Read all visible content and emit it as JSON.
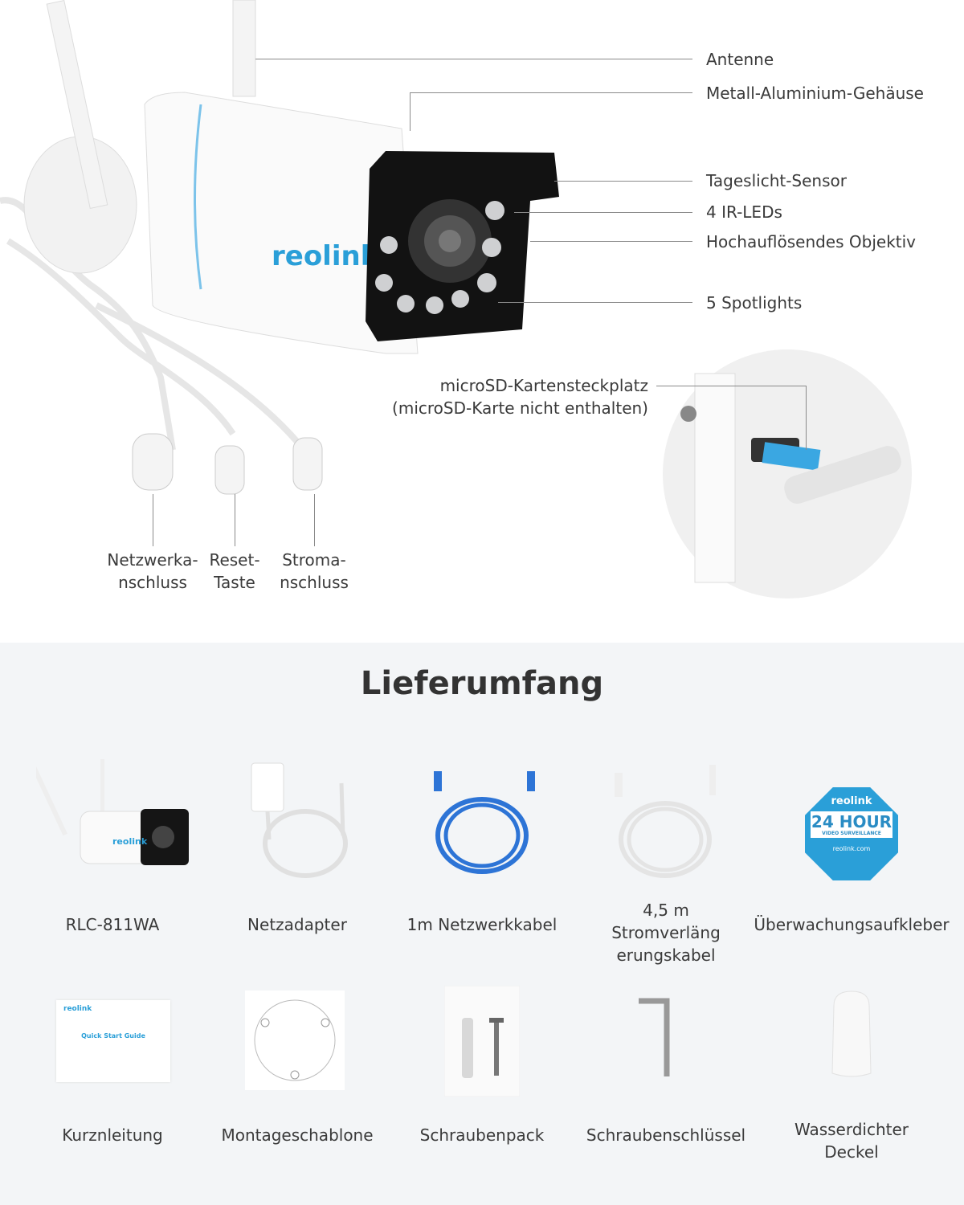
{
  "callouts": {
    "antenna": "Antenne",
    "housing": "Metall-Aluminium-Gehäuse",
    "daylight_sensor": "Tageslicht-Sensor",
    "ir_leds": "4 IR-LEDs",
    "lens": "Hochauflösendes Objektiv",
    "spotlights": "5 Spotlights",
    "microsd_line1": "microSD-Kartensteckplatz",
    "microsd_line2": "(microSD-Karte nicht enthalten)",
    "network_l1": "Netzwerka-",
    "network_l2": "nschluss",
    "reset_l1": "Reset-",
    "reset_l2": "Taste",
    "power_l1": "Stroma-",
    "power_l2": "nschluss"
  },
  "brand": "reolink",
  "sticker": {
    "brand": "reolink",
    "headline": "24 HOUR",
    "sub": "VIDEO SURVEILLANCE",
    "url": "reolink.com"
  },
  "guide": {
    "brand": "reolink",
    "title": "Quick Start Guide"
  },
  "package": {
    "title": "Lieferumfang",
    "items": [
      {
        "label": "RLC-811WA"
      },
      {
        "label": "Netzadapter"
      },
      {
        "label": "1m Netzwerkkabel"
      },
      {
        "label": "4,5 m Stromverläng erungskabel",
        "l1": "4,5 m",
        "l2": "Stromverläng",
        "l3": "erungskabel"
      },
      {
        "label": "Überwachungsaufkleber"
      },
      {
        "label": "Kurznleitung"
      },
      {
        "label": "Montageschablone"
      },
      {
        "label": "Schraubenpack"
      },
      {
        "label": "Schraubenschlüssel"
      },
      {
        "label": "Wasserdichter Deckel",
        "l1": "Wasserdichter",
        "l2": "Deckel"
      }
    ]
  },
  "colors": {
    "accent": "#2a9fd8",
    "bg_bottom": "#f3f5f7"
  }
}
